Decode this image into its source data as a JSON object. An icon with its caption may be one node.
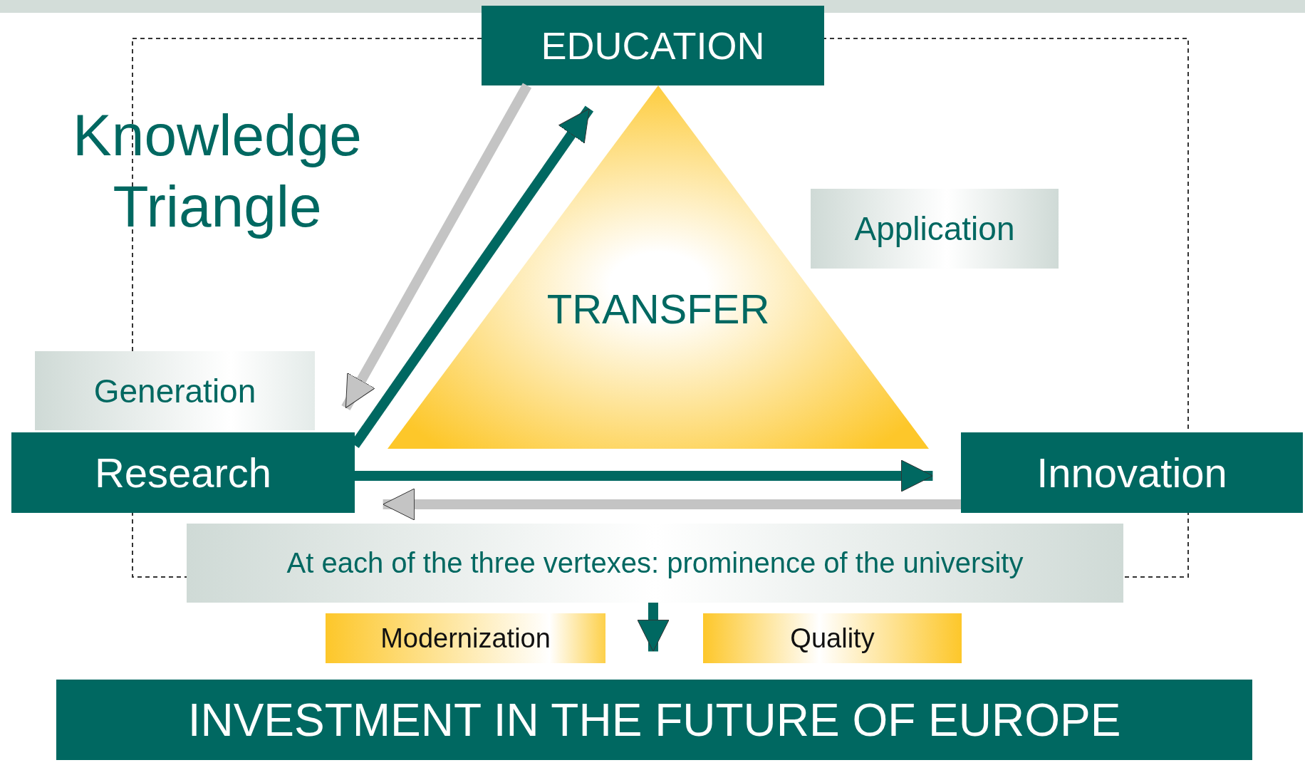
{
  "diagram": {
    "title": "Knowledge Triangle",
    "nodes": [
      {
        "text": [
          "EDUCATION"
        ]
      },
      {
        "text": [
          "Application"
        ]
      },
      {
        "text": [
          "TRANSFER"
        ]
      },
      {
        "text": [
          "Generation"
        ]
      },
      {
        "text": [
          "Research"
        ]
      },
      {
        "text": [
          "Innovation"
        ]
      },
      {
        "text": [
          "At each of the three vertexes: prominence of the university"
        ]
      },
      {
        "text": [
          "Modernization"
        ]
      },
      {
        "text": [
          "Quality"
        ]
      },
      {
        "text": [
          "INVESTMENT IN THE FUTURE OF EUROPE"
        ]
      }
    ],
    "edges": [
      {
        "from": 0,
        "to": 4,
        "arrow": "to",
        "color": "#c4c4c4"
      },
      {
        "from": 4,
        "to": 0,
        "arrow": "to",
        "color": "#006861"
      },
      {
        "from": 4,
        "to": 5,
        "arrow": "to",
        "color": "#006861"
      },
      {
        "from": 5,
        "to": 4,
        "arrow": "to",
        "color": "#c4c4c4"
      },
      {
        "from": 6,
        "to": 9,
        "arrow": "to",
        "color": "#006861"
      }
    ]
  }
}
